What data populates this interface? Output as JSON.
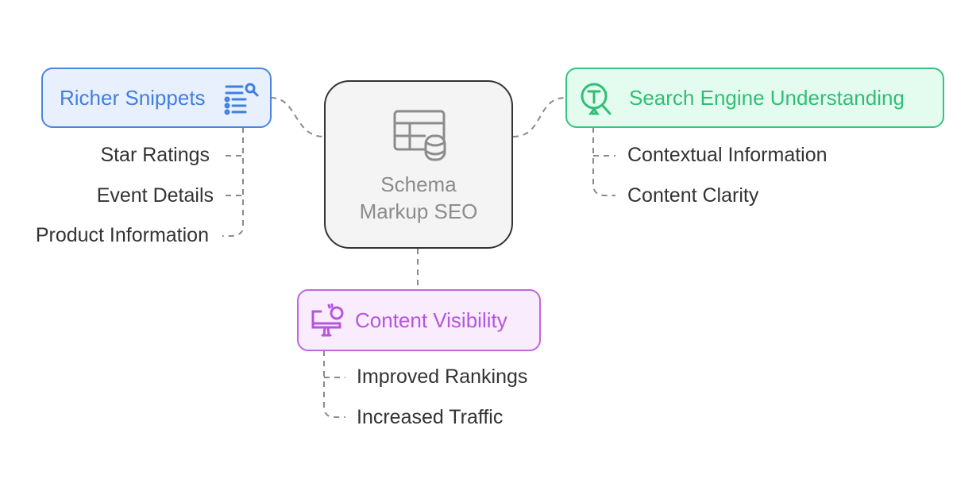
{
  "center": {
    "line1": "Schema",
    "line2": "Markup SEO",
    "icon": "table-database-icon"
  },
  "branches": [
    {
      "title": "Richer Snippets",
      "icon": "list-search-icon",
      "color": "#3f7fe0",
      "items": [
        "Star Ratings",
        "Event Details",
        "Product Information"
      ]
    },
    {
      "title": "Search Engine Understanding",
      "icon": "search-text-icon",
      "color": "#2fbf74",
      "items": [
        "Contextual Information",
        "Content Clarity"
      ]
    },
    {
      "title": "Content Visibility",
      "icon": "monitor-lightbulb-icon",
      "color": "#b755dd",
      "items": [
        "Improved Rankings",
        "Increased Traffic"
      ]
    }
  ]
}
